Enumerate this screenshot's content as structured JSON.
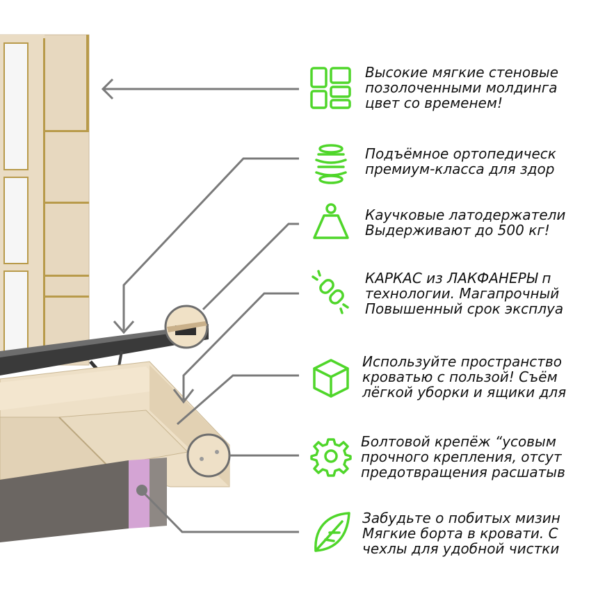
{
  "accent_color": "#4fd62a",
  "features": [
    {
      "icon": "panels-icon",
      "lines": [
        "Высокие мягкие стеновые",
        "позолоченными молдинга",
        "цвет со временем!"
      ]
    },
    {
      "icon": "spring-icon",
      "lines": [
        "Подъёмное ортопедическ",
        "премиум-класса для здор"
      ]
    },
    {
      "icon": "weight-icon",
      "lines": [
        "Каучковые латодержатели",
        "Выдерживают до 500 кг!"
      ]
    },
    {
      "icon": "broken-chain-icon",
      "lines": [
        "КАРКАС из ЛАКФАНЕРЫ п",
        "технологии. Магапрочный",
        "Повышенный срок эксплуа"
      ]
    },
    {
      "icon": "cube-icon",
      "lines": [
        "Используйте пространство",
        "кроватью с пользой! Съём",
        "лёгкой уборки и ящики для"
      ]
    },
    {
      "icon": "gear-icon",
      "lines": [
        "Болтовой крепёж “усовым",
        "прочного крепления, отсут",
        "предотвращения расшатыв"
      ]
    },
    {
      "icon": "leaf-icon",
      "lines": [
        "Забудьте о побитых мизин",
        "Мягкие борта в кровати. С",
        "чехлы для удобной чистки"
      ]
    }
  ]
}
